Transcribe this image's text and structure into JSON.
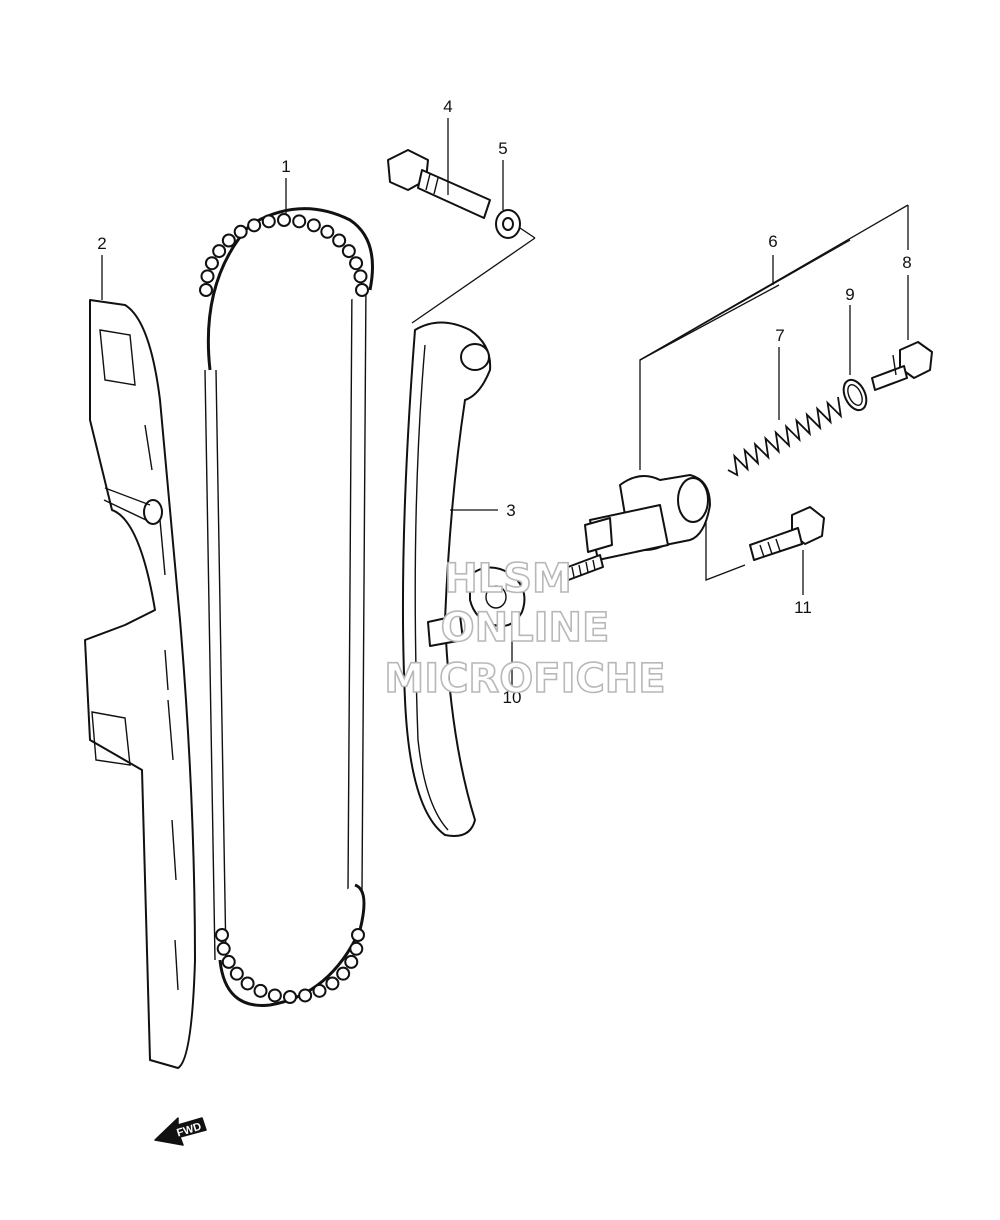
{
  "callouts": {
    "p1": "1",
    "p2": "2",
    "p3": "3",
    "p4": "4",
    "p5": "5",
    "p6": "6",
    "p7": "7",
    "p8": "8",
    "p9": "9",
    "p10": "10",
    "p11": "11"
  },
  "watermark": {
    "line1": "HLSM",
    "line2": "ONLINE",
    "line3": "MICROFICHE"
  },
  "direction_badge": {
    "label": "FWD"
  },
  "colors": {
    "line": "#111111",
    "watermark_outline": "#b8b8b8",
    "background": "#ffffff"
  }
}
